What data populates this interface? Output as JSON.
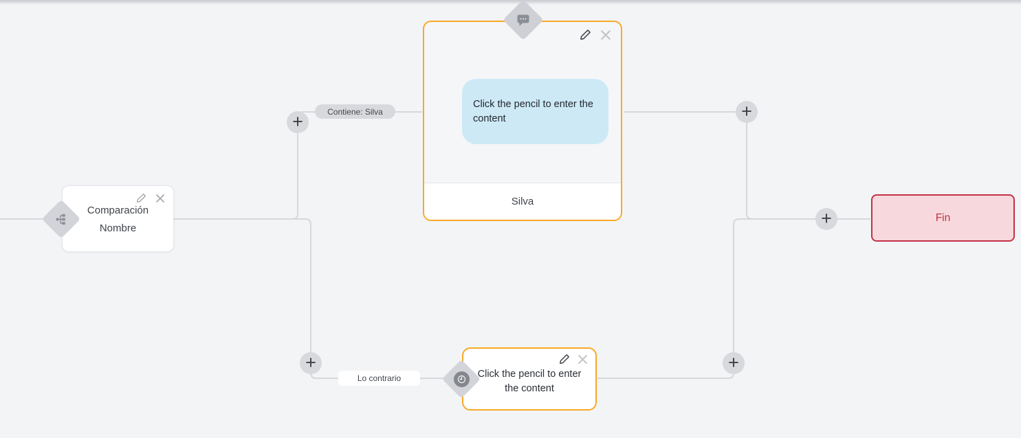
{
  "colors": {
    "canvas_bg": "#f3f4f6",
    "connector": "#d5d7db",
    "node_accent_orange": "#f9a826",
    "bubble_blue": "#cde9f6",
    "fin_bg": "#f7d9dd",
    "fin_border": "#c43047"
  },
  "nodes": {
    "comparison": {
      "line1": "Comparación",
      "line2": "Nombre"
    },
    "message": {
      "bubble_text": "Click the pencil to enter the content",
      "footer_label": "Silva"
    },
    "action": {
      "text": "Click the pencil to enter the content"
    },
    "fin": {
      "label": "Fin"
    }
  },
  "edge_labels": {
    "top": "Contiene: Silva",
    "bottom": "Lo contrario"
  },
  "glyphs": {
    "plus": "+"
  },
  "icons": [
    "sitemap-icon",
    "chat-bubble-icon",
    "clock-icon",
    "pencil-icon",
    "close-icon",
    "plus-icon"
  ]
}
